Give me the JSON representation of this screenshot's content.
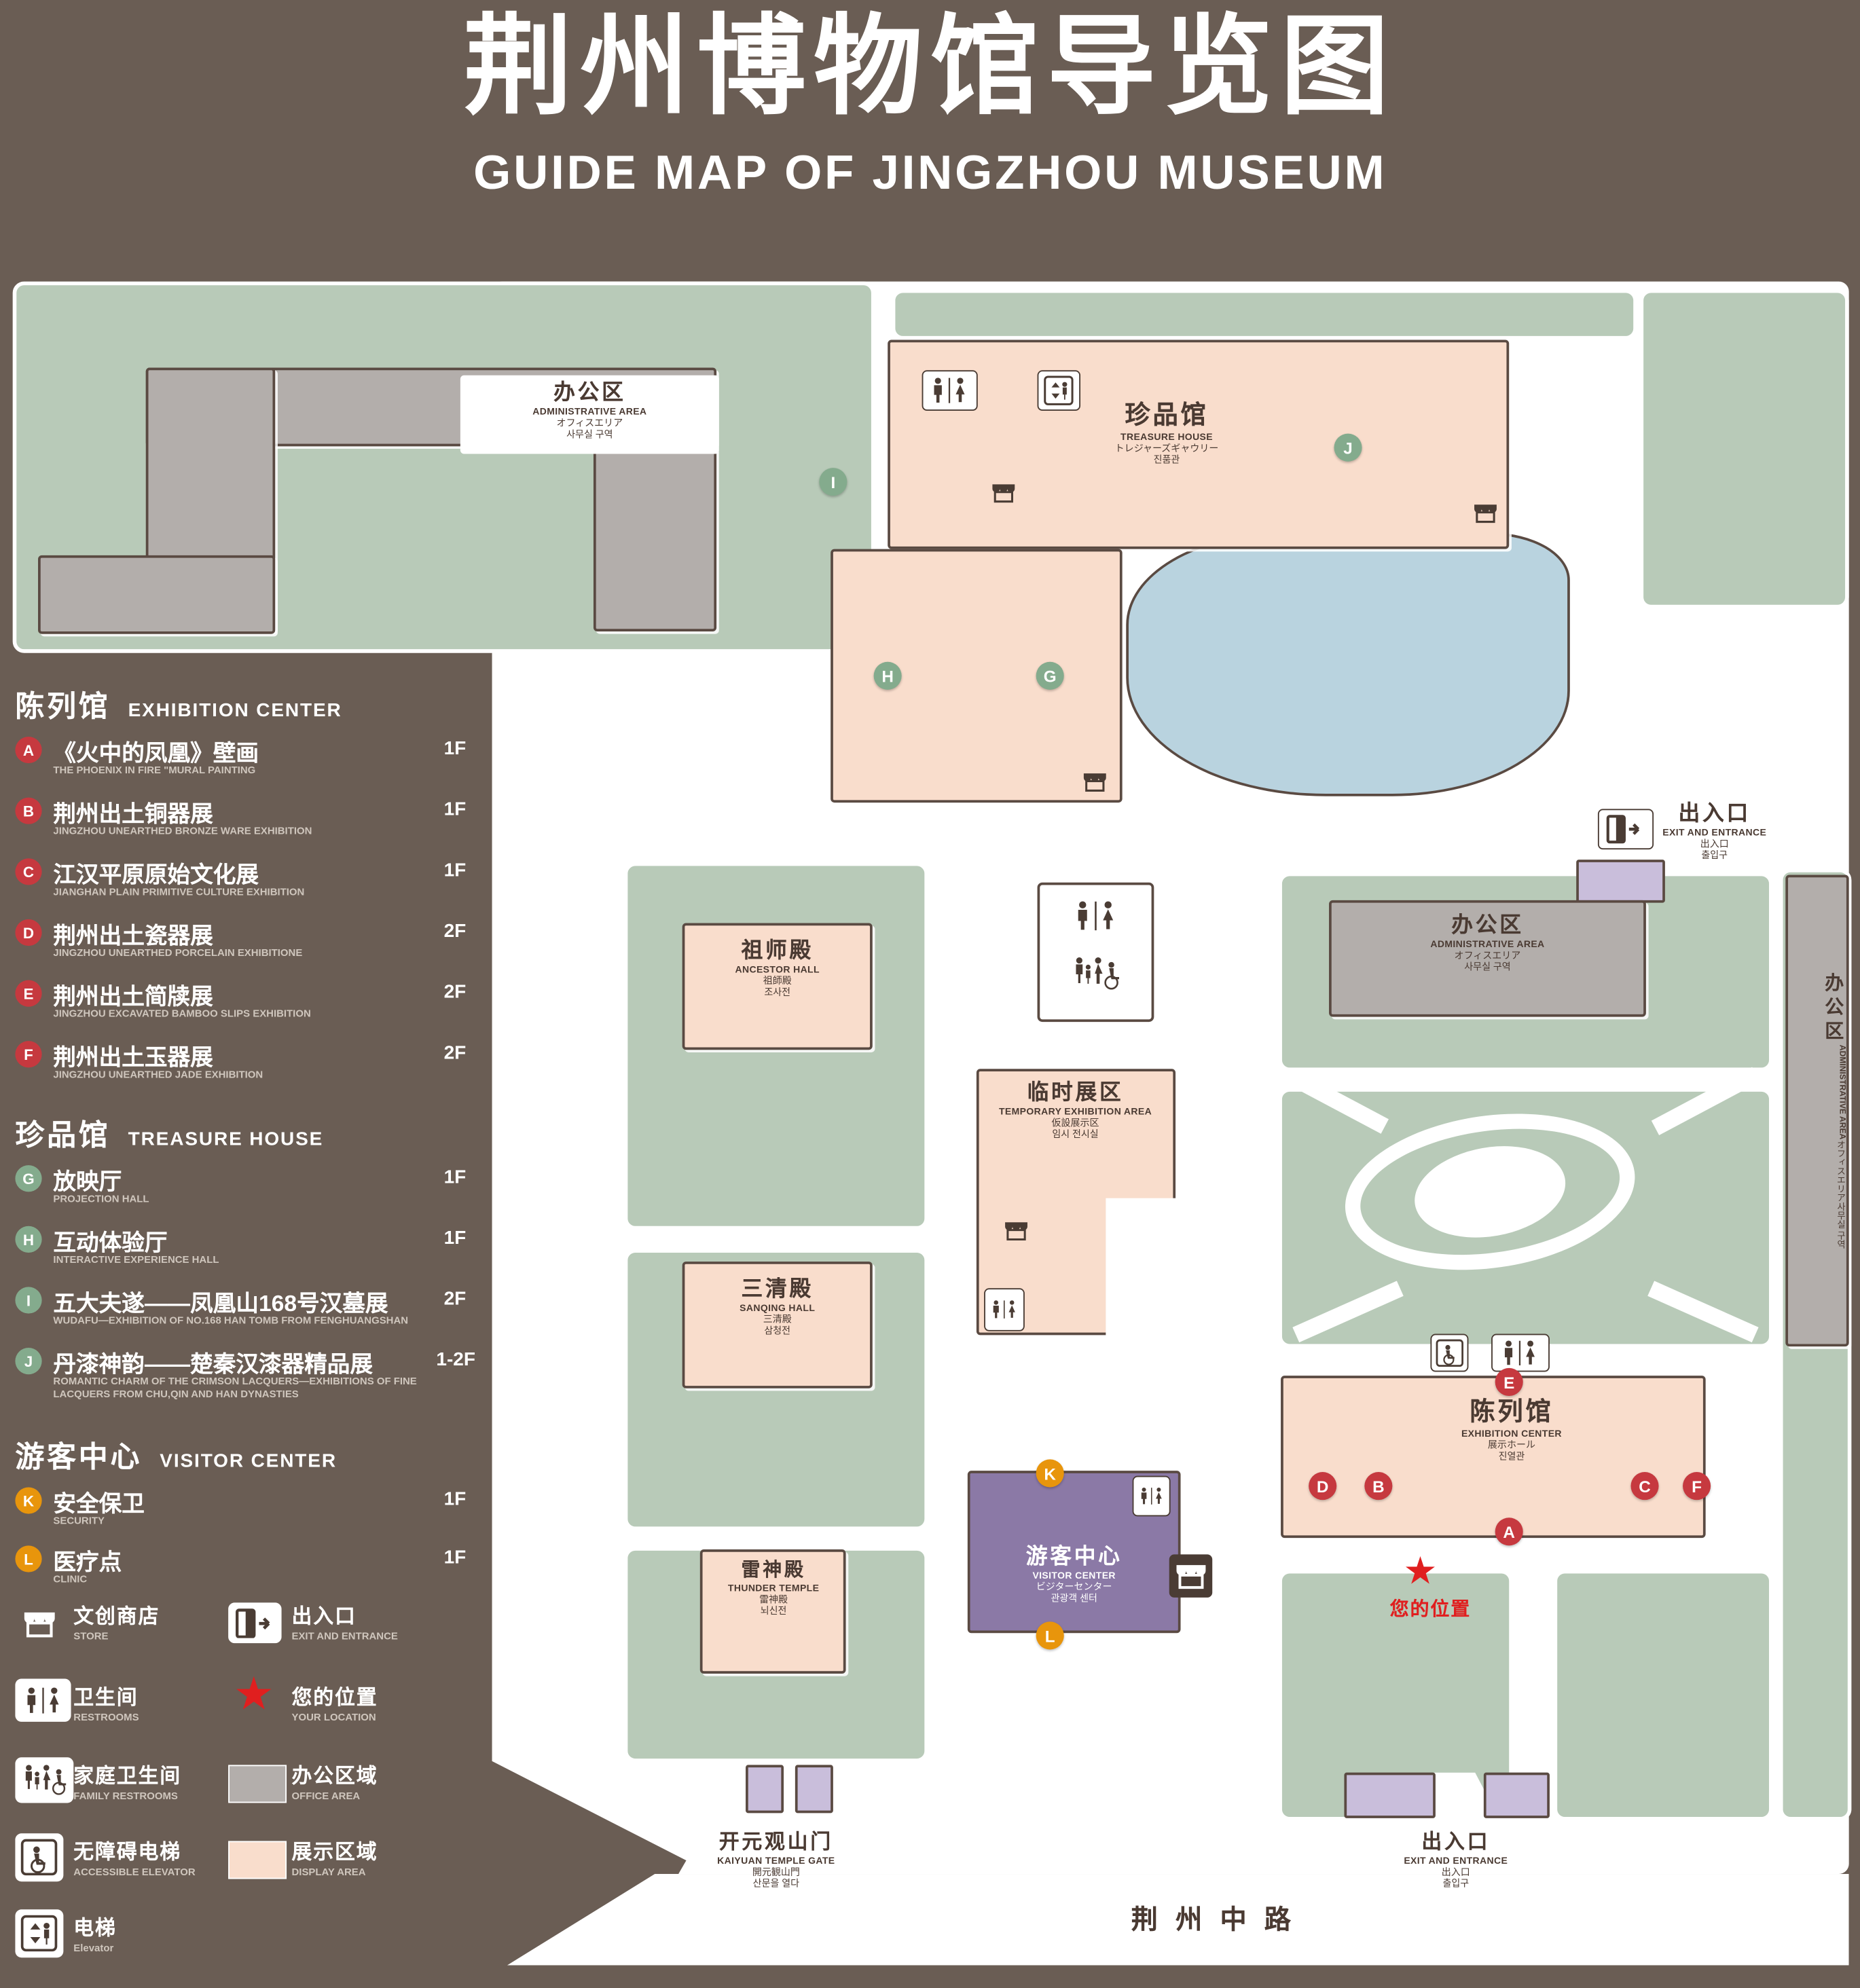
{
  "title": {
    "zh": "荆州博物馆导览图",
    "en": "GUIDE MAP OF JINGZHOU MUSEUM"
  },
  "colors": {
    "background": "#6a5d54",
    "map_green": "#b8cab8",
    "display_area": "#f9ddcc",
    "office_area": "#b3aeab",
    "pond": "#b9d3df",
    "visitor_center": "#8b79a6",
    "entrance": "#c9bedb",
    "marker_red": "#c6393f",
    "marker_green": "#84ab8d",
    "marker_orange": "#e8950c",
    "your_location_red": "#e01f1f",
    "label_dark": "#4a3a32"
  },
  "legend": {
    "sections": [
      {
        "zh": "陈列馆",
        "en": "EXHIBITION CENTER",
        "items": [
          {
            "letter": "A",
            "zh": "《火中的凤凰》壁画",
            "en": "THE PHOENIX IN FIRE \"MURAL PAINTING",
            "floor": "1F"
          },
          {
            "letter": "B",
            "zh": "荆州出土铜器展",
            "en": "JINGZHOU UNEARTHED BRONZE WARE EXHIBITION",
            "floor": "1F"
          },
          {
            "letter": "C",
            "zh": "江汉平原原始文化展",
            "en": "JIANGHAN PLAIN PRIMITIVE CULTURE EXHIBITION",
            "floor": "1F"
          },
          {
            "letter": "D",
            "zh": "荆州出土瓷器展",
            "en": "JINGZHOU UNEARTHED PORCELAIN EXHIBITIONE",
            "floor": "2F"
          },
          {
            "letter": "E",
            "zh": "荆州出土简牍展",
            "en": "JINGZHOU EXCAVATED BAMBOO SLIPS EXHIBITION",
            "floor": "2F"
          },
          {
            "letter": "F",
            "zh": "荆州出土玉器展",
            "en": "JINGZHOU UNEARTHED JADE EXHIBITION",
            "floor": "2F"
          }
        ]
      },
      {
        "zh": "珍品馆",
        "en": "TREASURE HOUSE",
        "items": [
          {
            "letter": "G",
            "zh": "放映厅",
            "en": "PROJECTION HALL",
            "floor": "1F"
          },
          {
            "letter": "H",
            "zh": "互动体验厅",
            "en": "INTERACTIVE EXPERIENCE HALL",
            "floor": "1F"
          },
          {
            "letter": "I",
            "zh": "五大夫遂——凤凰山168号汉墓展",
            "en": "WUDAFU—EXHIBITION OF NO.168 HAN TOMB FROM FENGHUANGSHAN",
            "floor": "2F"
          },
          {
            "letter": "J",
            "zh": "丹漆神韵——楚秦汉漆器精品展",
            "en": "ROMANTIC CHARM OF THE CRIMSON LACQUERS—EXHIBITIONS OF FINE LACQUERS FROM CHU,QIN AND HAN DYNASTIES",
            "floor": "1-2F"
          }
        ]
      },
      {
        "zh": "游客中心",
        "en": "VISITOR CENTER",
        "items": [
          {
            "letter": "K",
            "zh": "安全保卫",
            "en": "SECURITY",
            "floor": "1F"
          },
          {
            "letter": "L",
            "zh": "医疗点",
            "en": "CLINIC",
            "floor": "1F"
          }
        ]
      }
    ],
    "symbols": [
      {
        "icon": "store-icon",
        "zh": "文创商店",
        "en": "STORE"
      },
      {
        "icon": "exit-icon",
        "zh": "出入口",
        "en": "EXIT AND ENTRANCE"
      },
      {
        "icon": "restroom-icon",
        "zh": "卫生间",
        "en": "RESTROOMS"
      },
      {
        "icon": "location-icon",
        "zh": "您的位置",
        "en": "YOUR LOCATION",
        "star": "★"
      },
      {
        "icon": "family-restroom-icon",
        "zh": "家庭卫生间",
        "en": "FAMILY RESTROOMS"
      },
      {
        "icon": "office-swatch",
        "zh": "办公区域",
        "en": "OFFICE AREA"
      },
      {
        "icon": "accessible-elevator-icon",
        "zh": "无障碍电梯",
        "en": "ACCESSIBLE ELEVATOR"
      },
      {
        "icon": "display-swatch",
        "zh": "展示区域",
        "en": "DISPLAY AREA"
      },
      {
        "icon": "elevator-icon",
        "zh": "电梯",
        "en": "Elevator"
      }
    ]
  },
  "map": {
    "buildings": {
      "admin_nw": {
        "zh": "办公区",
        "en": "ADMINISTRATIVE AREA",
        "jp": "オフィスエリア",
        "kr": "사무실 구역"
      },
      "treasure_house": {
        "zh": "珍品馆",
        "en": "TREASURE HOUSE",
        "jp": "トレジャーズギャウリー",
        "kr": "진품관"
      },
      "ancestor_hall": {
        "zh": "祖师殿",
        "en": "ANCESTOR HALL",
        "jp": "祖師殿",
        "kr": "조사전"
      },
      "temporary": {
        "zh": "临时展区",
        "en": "TEMPORARY EXHIBITION AREA",
        "jp": "仮設展示区",
        "kr": "임시 전시실"
      },
      "admin_mid": {
        "zh": "办公区",
        "en": "ADMINISTRATIVE AREA",
        "jp": "オフィスエリア",
        "kr": "사무실 구역"
      },
      "sanqing_hall": {
        "zh": "三清殿",
        "en": "SANQING HALL",
        "jp": "三清殿",
        "kr": "삼청전"
      },
      "exhibition_center": {
        "zh": "陈列馆",
        "en": "EXHIBITION CENTER",
        "jp": "展示ホール",
        "kr": "진열관"
      },
      "thunder_temple": {
        "zh": "雷神殿",
        "en": "THUNDER TEMPLE",
        "jp": "雷神殿",
        "kr": "뇌신전"
      },
      "visitor_center": {
        "zh": "游客中心",
        "en": "VISITOR CENTER",
        "jp": "ビジターセンター",
        "kr": "관광객 센터"
      },
      "admin_east": {
        "zh": "办公区",
        "en": "ADMINISTRATIVE AREA",
        "jp": "オフィスエリア",
        "kr": "사무실 구역"
      },
      "kaiyuan_gate": {
        "zh": "开元观山门",
        "en": "KAIYUAN TEMPLE GATE",
        "jp": "開元観山門",
        "kr": "산문을 열다"
      },
      "exit_ne": {
        "zh": "出入口",
        "en": "EXIT AND ENTRANCE",
        "jp": "出入口",
        "kr": "출입구"
      },
      "exit_se": {
        "zh": "出入口",
        "en": "EXIT AND ENTRANCE",
        "jp": "出入口",
        "kr": "출입구"
      }
    },
    "road": {
      "name": "荆州中路"
    },
    "your_location": {
      "zh": "您的位置",
      "star": "★"
    },
    "markers": {
      "a": "A",
      "b": "B",
      "c": "C",
      "d": "D",
      "e": "E",
      "f": "F",
      "g": "G",
      "h": "H",
      "i": "I",
      "j": "J",
      "k": "K",
      "l": "L"
    }
  }
}
